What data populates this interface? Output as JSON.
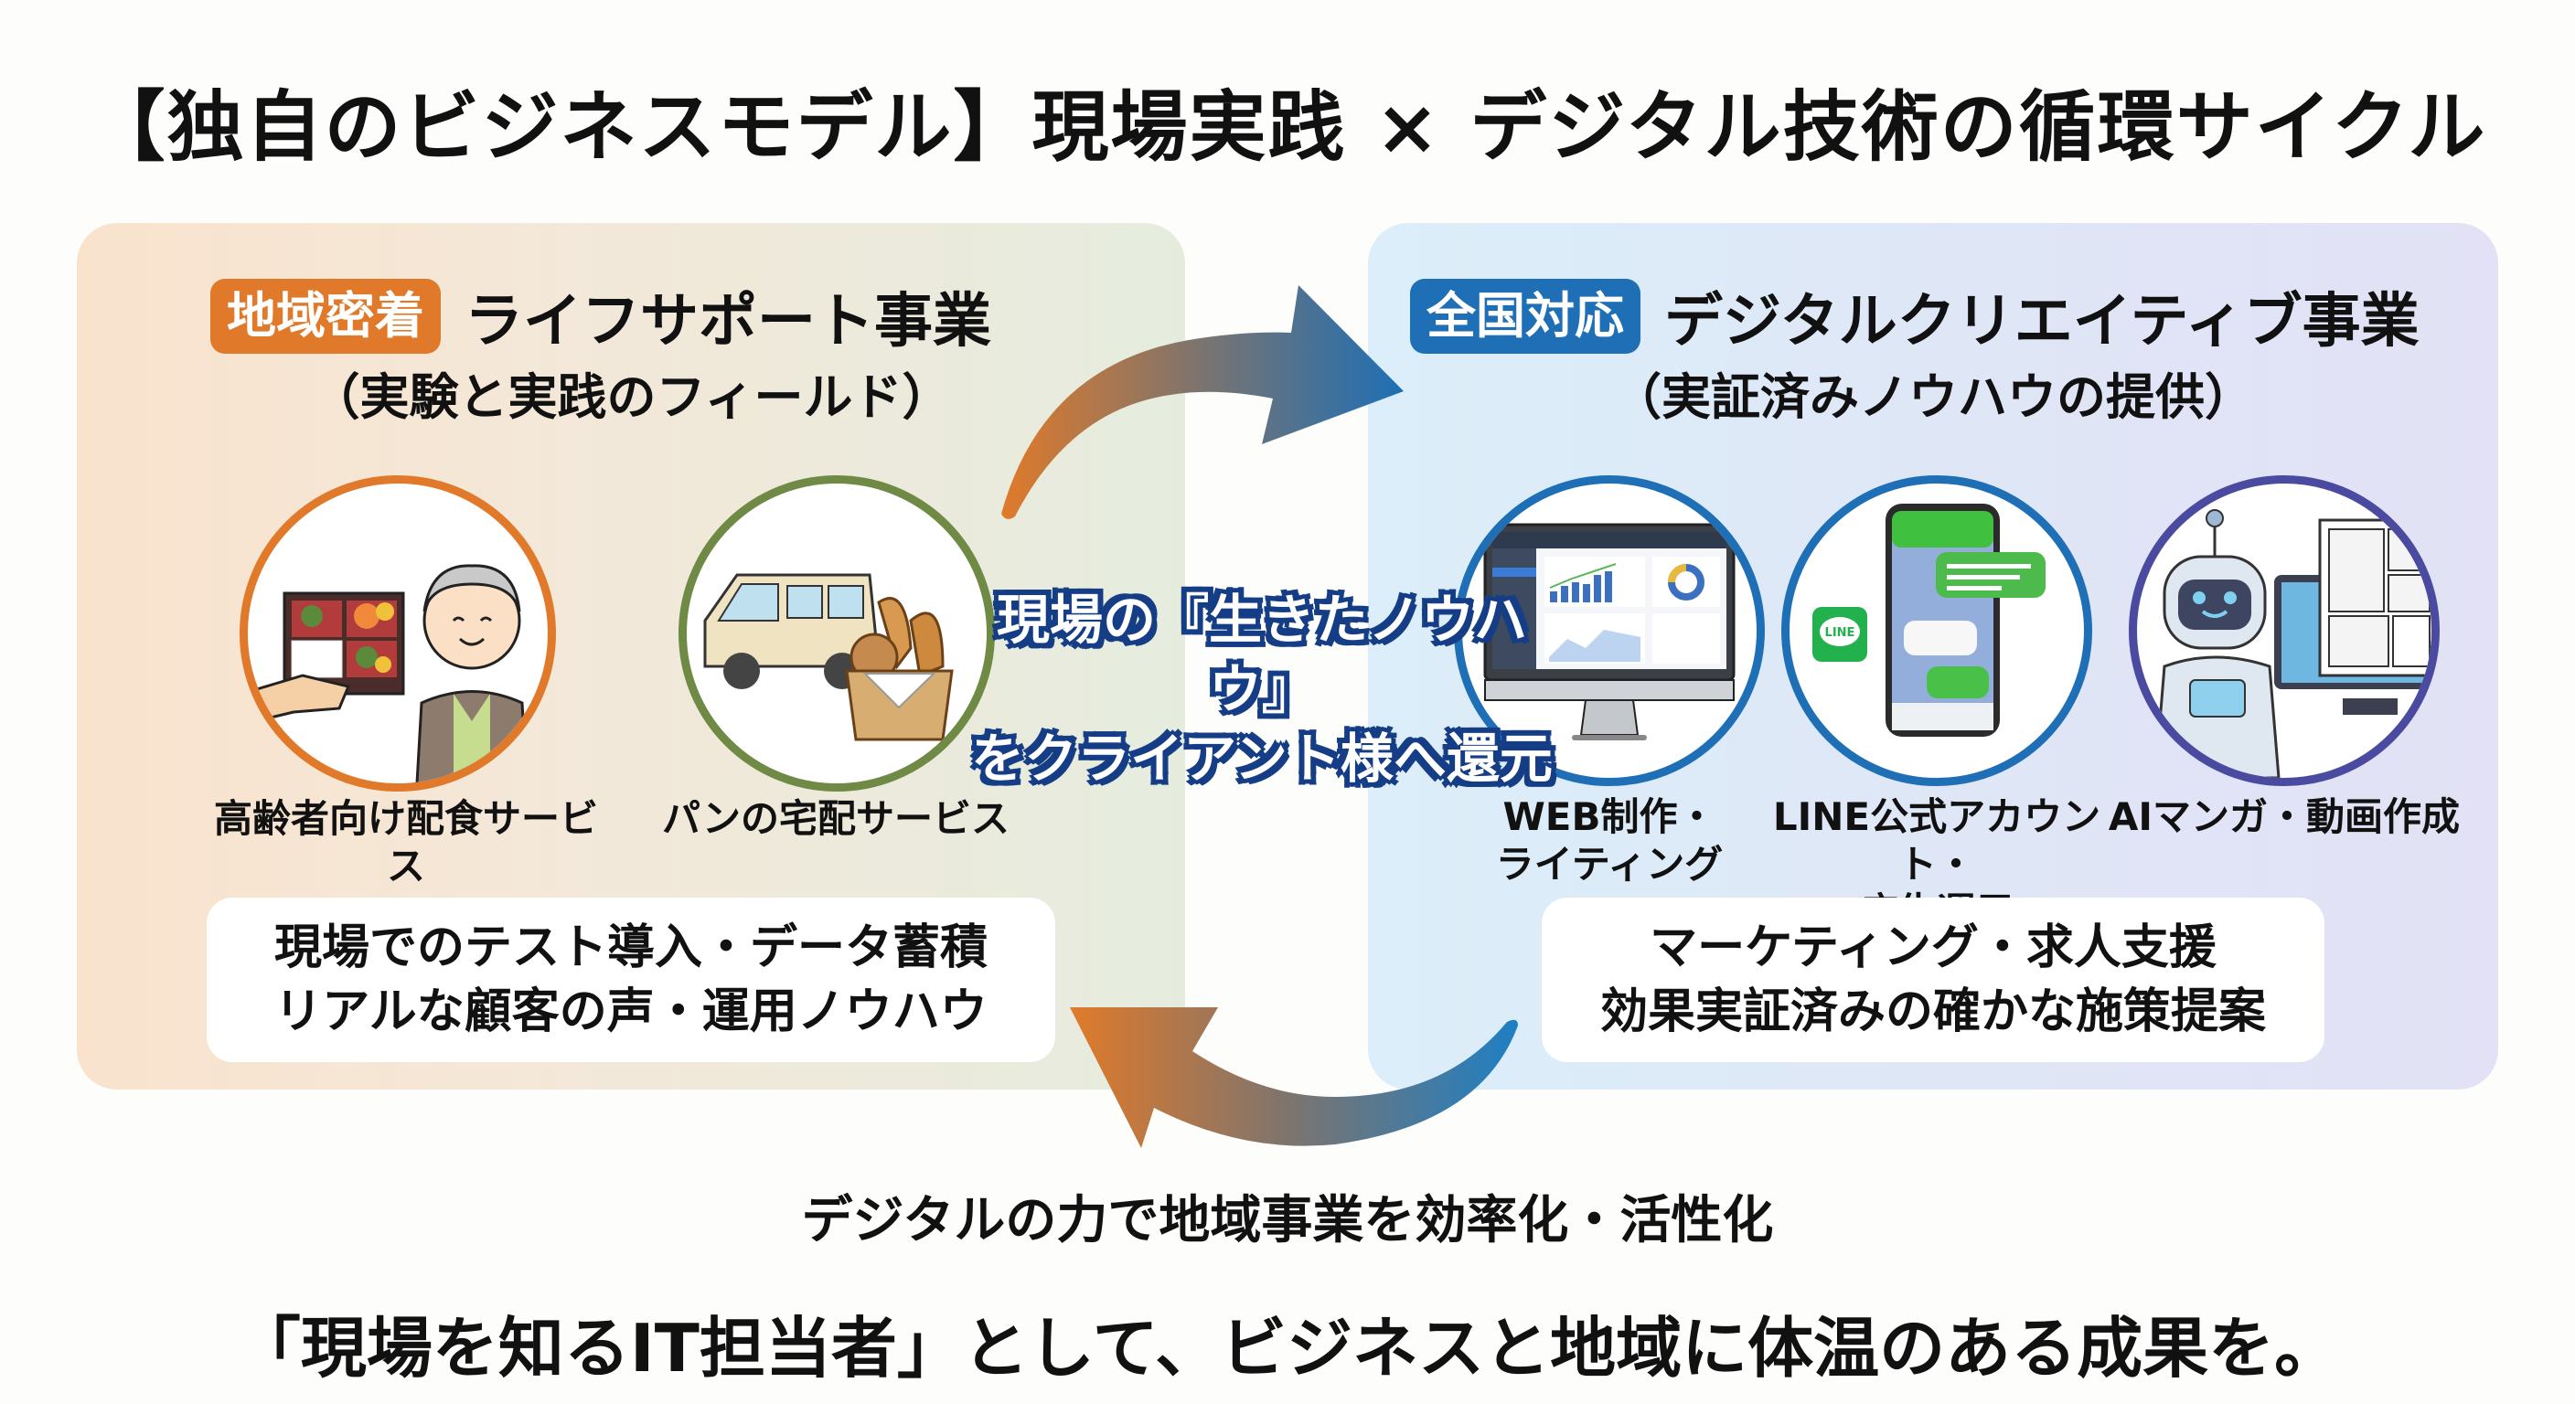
{
  "title": "【独自のビジネスモデル】現場実践 × デジタル技術の循環サイクル",
  "colors": {
    "orange": "#e07a2a",
    "blue": "#1e6fb5",
    "olive": "#6f8a45",
    "indigo": "#4a4aa0",
    "line_green": "#22b14c"
  },
  "left_panel": {
    "badge": "地域密着",
    "heading": "ライフサポート事業",
    "subheading": "（実験と実践のフィールド）",
    "services": [
      {
        "label": "高齢者向け配食サービス",
        "icon": "bento-delivery-elderly-icon"
      },
      {
        "label": "パンの宅配サービス",
        "icon": "bread-delivery-van-icon"
      }
    ],
    "summary": [
      "現場でのテスト導入・データ蓄積",
      "リアルな顧客の声・運用ノウハウ"
    ]
  },
  "right_panel": {
    "badge": "全国対応",
    "heading": "デジタルクリエイティブ事業",
    "subheading": "（実証済みノウハウの提供）",
    "services": [
      {
        "label_lines": [
          "WEB制作・",
          "ライティング"
        ],
        "icon": "web-dashboard-monitor-icon"
      },
      {
        "label_lines": [
          "LINE公式アカウント・",
          "広告運用"
        ],
        "icon": "line-smartphone-icon",
        "badge_text": "LINE"
      },
      {
        "label_lines": [
          "AIマンガ・動画作成"
        ],
        "icon": "ai-robot-manga-icon"
      }
    ],
    "summary": [
      "マーケティング・求人支援",
      "効果実証済みの確かな施策提案"
    ]
  },
  "center_message": [
    "現場の『生きたノウハウ』",
    "をクライアント様へ還元"
  ],
  "bottom_arrow_caption": "デジタルの力で地域事業を効率化・活性化",
  "tagline": "「現場を知るIT担当者」として、ビジネスと地域に体温のある成果を。"
}
